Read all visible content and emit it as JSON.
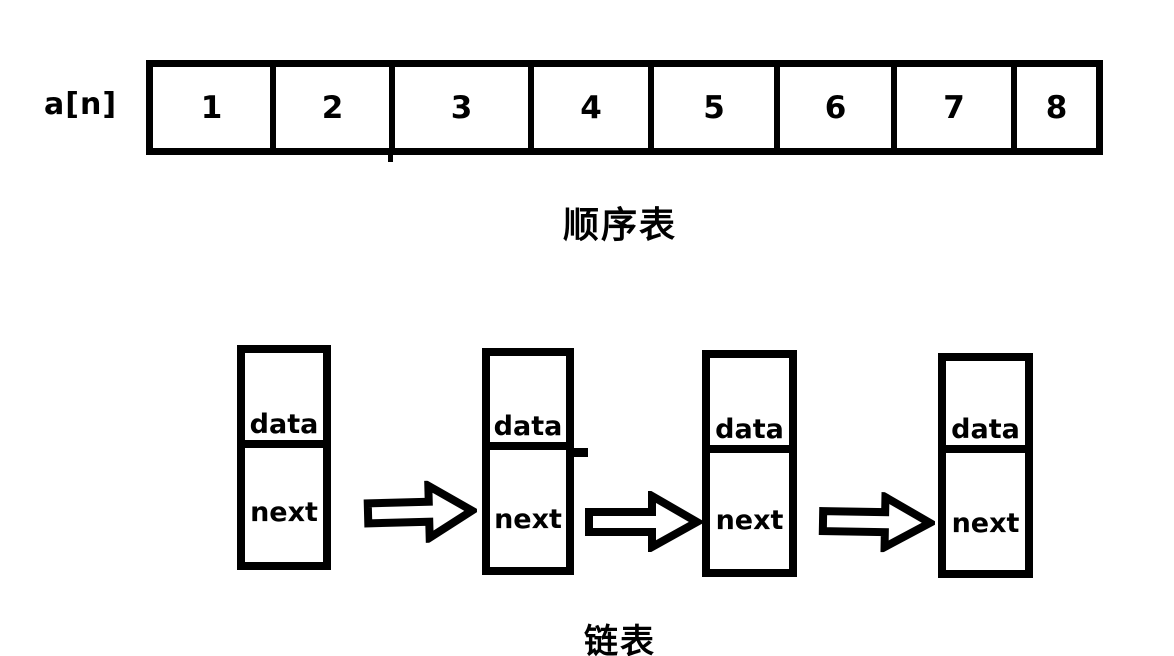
{
  "page": {
    "background_color": "#ffffff",
    "ink_color": "#000000"
  },
  "array_section": {
    "label": "a[n]",
    "cells": [
      "1",
      "2",
      "3",
      "4",
      "5",
      "6",
      "7",
      "8"
    ],
    "caption": "顺序表"
  },
  "list_section": {
    "caption": "链表",
    "nodes": [
      {
        "data_label": "data",
        "next_label": "next"
      },
      {
        "data_label": "data",
        "next_label": "next"
      },
      {
        "data_label": "data",
        "next_label": "next"
      },
      {
        "data_label": "data",
        "next_label": "next"
      }
    ],
    "arrow_icon": "right-block-arrow",
    "arrow_count": 3
  }
}
